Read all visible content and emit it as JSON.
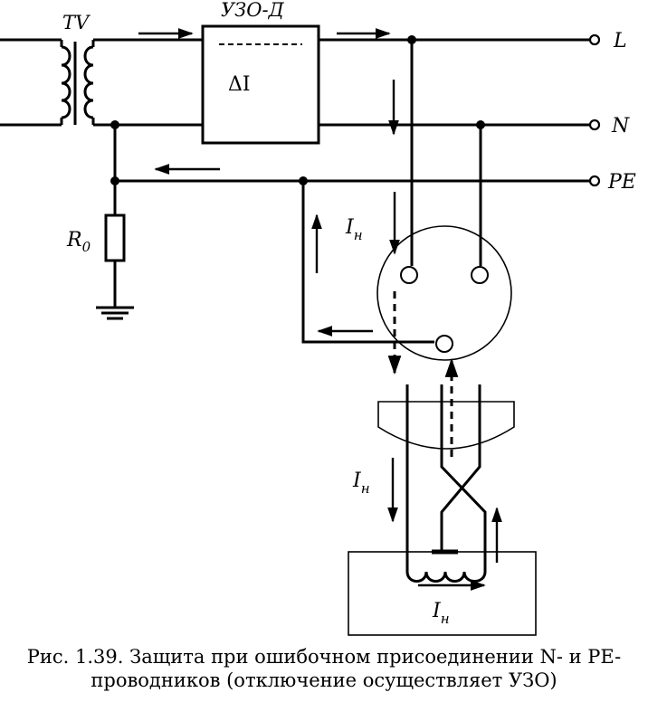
{
  "labels": {
    "transformer": "TV",
    "rcd": "УЗО-Д",
    "delta_i": "ΔI",
    "line_l": "L",
    "line_n": "N",
    "line_pe": "PE",
    "resistor_main": "R",
    "resistor_sub": "0",
    "current_main": "I",
    "current_sub": "н"
  },
  "caption": {
    "line1": "Рис. 1.39. Защита при ошибочном присоединении N- и PE-",
    "line2": "проводников (отключение осуществляет УЗО)"
  }
}
